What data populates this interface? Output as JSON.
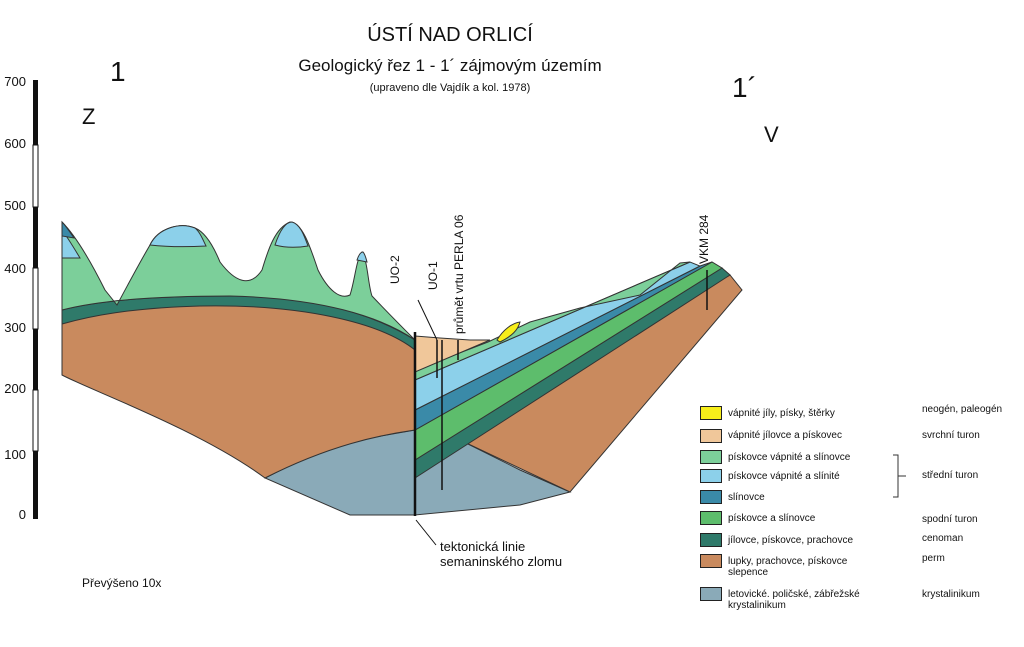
{
  "header": {
    "title": "ÚSTÍ NAD ORLICÍ",
    "subtitle": "Geologický řez 1 - 1´ zájmovým územím",
    "source": "(upraveno dle Vajdík a kol. 1978)"
  },
  "section": {
    "start_label": "1",
    "end_label": "1´",
    "west_label": "Z",
    "east_label": "V"
  },
  "scale": {
    "ticks": [
      "700",
      "600",
      "500",
      "400",
      "300",
      "200",
      "100",
      "0"
    ]
  },
  "boreholes": {
    "uo2": "UO-2",
    "uo1": "UO-1",
    "perla": "průmět vrtu PERLA 06",
    "vkm": "VKM 284"
  },
  "fault_label": {
    "line1": "tektonická linie",
    "line2": "semaninského zlomu"
  },
  "exaggeration": "Převýšeno 10x",
  "legend": [
    {
      "label": "vápnité jíly, písky, štěrky",
      "color": "#f7ee1a"
    },
    {
      "label": "vápnité jílovce a pískovec",
      "color": "#f0c79a"
    },
    {
      "label": "pískovce vápnité a slínovce",
      "color": "#7ccf9a"
    },
    {
      "label": "pískovce vápnité a slínité",
      "color": "#8cd0ea"
    },
    {
      "label": "slínovce",
      "color": "#3a8aa8"
    },
    {
      "label": "pískovce a slínovce",
      "color": "#5dbd6c"
    },
    {
      "label": "jílovce, pískovce, prachovce",
      "color": "#2f7a6a"
    },
    {
      "label": "lupky, prachovce, pískovce slepence",
      "color": "#c98a5e"
    },
    {
      "label": "letovické. poličské, zábřežské krystalinikum",
      "color": "#8aaab8"
    }
  ],
  "ages": {
    "neogene": "neogén, paleogén",
    "upper_turonian": "svrchní turon",
    "middle_turonian": "střední turon",
    "lower_turonian": "spodní turon",
    "cenomanian": "cenoman",
    "permian": "perm",
    "crystalline": "krystalinikum"
  }
}
